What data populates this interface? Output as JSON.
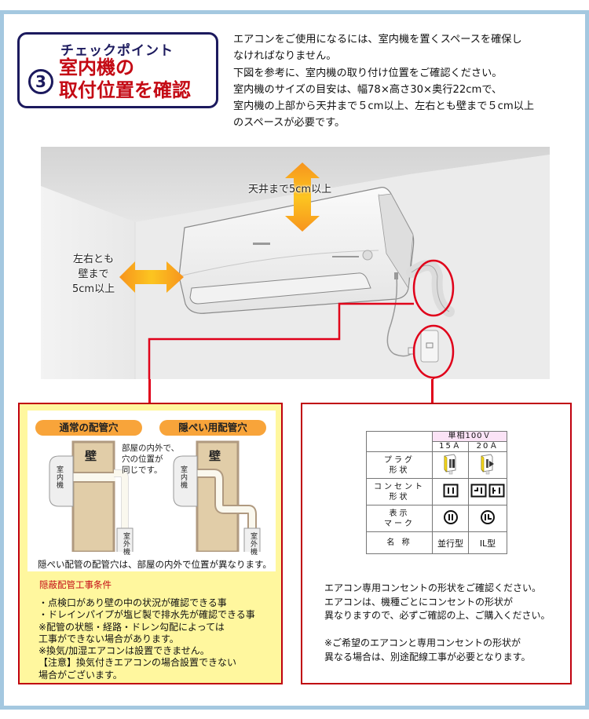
{
  "header": {
    "number": "3",
    "kicker": "チェックポイント",
    "title_line1": "室内機の",
    "title_line2": "取付位置を確認",
    "colors": {
      "navy": "#1c1a5e",
      "red": "#c40a14",
      "frame": "#a4c8e0"
    }
  },
  "intro": {
    "lines": [
      "エアコンをご使用になるには、室内機を置くスペースを確保し",
      "なければなりません。",
      "下図を参考に、室内機の取り付け位置をご確認ください。",
      "室内機のサイズの目安は、幅78×高さ30×奥行22cmで、",
      "室内機の上部から天井まで５cm以上、左右とも壁まで５cm以上",
      "のスペースが必要です。"
    ]
  },
  "illustration": {
    "ceiling_label": "天井まで5cm以上",
    "side_label_lines": [
      "左右とも",
      "壁まで",
      "5cm以上"
    ],
    "arrow_color": "#f7a21b",
    "callout_color": "#e0001a"
  },
  "piping_panel": {
    "normal_label": "通常の配管穴",
    "hidden_label": "隠ぺい用配管穴",
    "wall": "壁",
    "indoor_unit": "室内機",
    "outdoor_unit": "室外機",
    "same_position_note": [
      "部屋の内外で、",
      "穴の位置が",
      "同じです。"
    ],
    "caption": "隠ぺい配管の配管穴は、部屋の内外で位置が異なります。",
    "conditions_title": "隠蔽配管工事条件",
    "conditions": [
      "・点検口があり壁の中の状況が確認できる事",
      "・ドレインパイプが塩ビ製で排水先が確認できる事",
      "※配管の状態・経路・ドレン勾配によっては",
      "工事ができない場合があります。",
      "※換気/加湿エアコンは設置できません。",
      "【注意】換気付きエアコンの場合設置できない",
      "場合がございます。"
    ]
  },
  "outlet_panel": {
    "table": {
      "phase": "単相100Ｖ",
      "amps": [
        "15Ａ",
        "20Ａ"
      ],
      "rows": [
        {
          "header": [
            "プラグ",
            "形状"
          ],
          "icons": [
            "plug-15a-icon",
            "plug-20a-icon"
          ]
        },
        {
          "header": [
            "コンセント",
            "形状"
          ],
          "icons": [
            "outlet-parallel-icon",
            "outlet-l-type-icon"
          ]
        },
        {
          "header": [
            "表示",
            "マーク"
          ],
          "icons": [
            "mark-parallel-icon",
            "mark-l-type-icon"
          ]
        },
        {
          "header": [
            "名 称"
          ],
          "values": [
            "並行型",
            "IL型"
          ]
        }
      ]
    },
    "text_lines": [
      "エアコン専用コンセントの形状をご確認ください。",
      "エアコンは、機種ごとにコンセントの形状が",
      "異なりますので、必ずご確認の上、ご購入ください。"
    ],
    "note_lines": [
      "※ご希望のエアコンと専用コンセントの形状が",
      "異なる場合は、別途配線工事が必要となります。"
    ]
  }
}
